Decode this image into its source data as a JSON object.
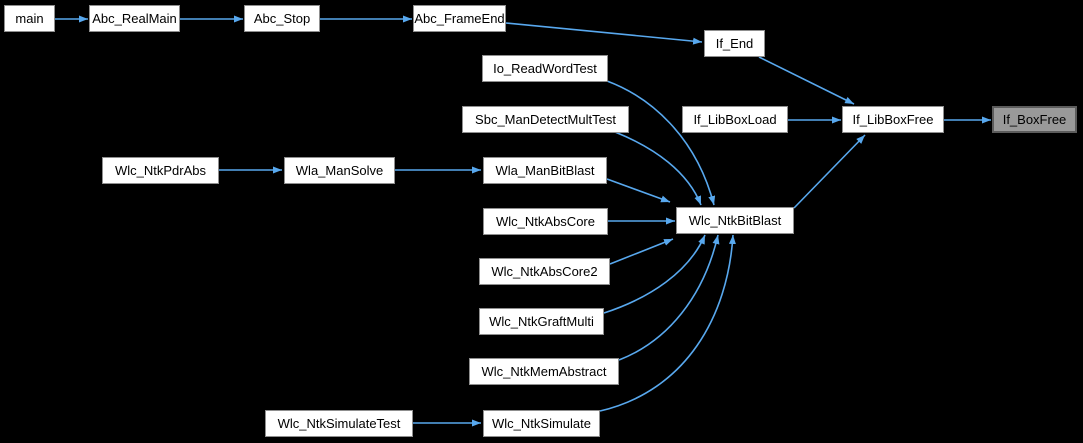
{
  "graph": {
    "type": "call-graph",
    "colors": {
      "background": "#000000",
      "edge": "#58a8ee",
      "node_fill": "#ffffff",
      "node_border": "#8f8f8f",
      "node_text": "#000000",
      "highlight_fill": "#999999",
      "highlight_border": "#5c5c5c"
    },
    "nodes": [
      {
        "label": "main"
      },
      {
        "label": "Abc_RealMain"
      },
      {
        "label": "Abc_Stop"
      },
      {
        "label": "Abc_FrameEnd"
      },
      {
        "label": "If_End"
      },
      {
        "label": "Io_ReadWordTest"
      },
      {
        "label": "Sbc_ManDetectMultTest"
      },
      {
        "label": "If_LibBoxLoad"
      },
      {
        "label": "If_LibBoxFree"
      },
      {
        "label": "If_BoxFree",
        "highlighted": true
      },
      {
        "label": "Wlc_NtkPdrAbs"
      },
      {
        "label": "Wla_ManSolve"
      },
      {
        "label": "Wla_ManBitBlast"
      },
      {
        "label": "Wlc_NtkAbsCore"
      },
      {
        "label": "Wlc_NtkBitBlast"
      },
      {
        "label": "Wlc_NtkAbsCore2"
      },
      {
        "label": "Wlc_NtkGraftMulti"
      },
      {
        "label": "Wlc_NtkMemAbstract"
      },
      {
        "label": "Wlc_NtkSimulateTest"
      },
      {
        "label": "Wlc_NtkSimulate"
      }
    ],
    "edges": [
      {
        "from": "main",
        "to": "Abc_RealMain"
      },
      {
        "from": "Abc_RealMain",
        "to": "Abc_Stop"
      },
      {
        "from": "Abc_Stop",
        "to": "Abc_FrameEnd"
      },
      {
        "from": "Abc_FrameEnd",
        "to": "If_End"
      },
      {
        "from": "If_End",
        "to": "If_LibBoxFree"
      },
      {
        "from": "If_LibBoxLoad",
        "to": "If_LibBoxFree"
      },
      {
        "from": "If_LibBoxFree",
        "to": "If_BoxFree"
      },
      {
        "from": "Wlc_NtkBitBlast",
        "to": "If_LibBoxFree"
      },
      {
        "from": "Io_ReadWordTest",
        "to": "Wlc_NtkBitBlast"
      },
      {
        "from": "Sbc_ManDetectMultTest",
        "to": "Wlc_NtkBitBlast"
      },
      {
        "from": "Wla_ManBitBlast",
        "to": "Wlc_NtkBitBlast"
      },
      {
        "from": "Wlc_NtkAbsCore",
        "to": "Wlc_NtkBitBlast"
      },
      {
        "from": "Wlc_NtkAbsCore2",
        "to": "Wlc_NtkBitBlast"
      },
      {
        "from": "Wlc_NtkGraftMulti",
        "to": "Wlc_NtkBitBlast"
      },
      {
        "from": "Wlc_NtkMemAbstract",
        "to": "Wlc_NtkBitBlast"
      },
      {
        "from": "Wlc_NtkSimulate",
        "to": "Wlc_NtkBitBlast"
      },
      {
        "from": "Wlc_NtkPdrAbs",
        "to": "Wla_ManSolve"
      },
      {
        "from": "Wla_ManSolve",
        "to": "Wla_ManBitBlast"
      },
      {
        "from": "Wlc_NtkSimulateTest",
        "to": "Wlc_NtkSimulate"
      }
    ]
  }
}
